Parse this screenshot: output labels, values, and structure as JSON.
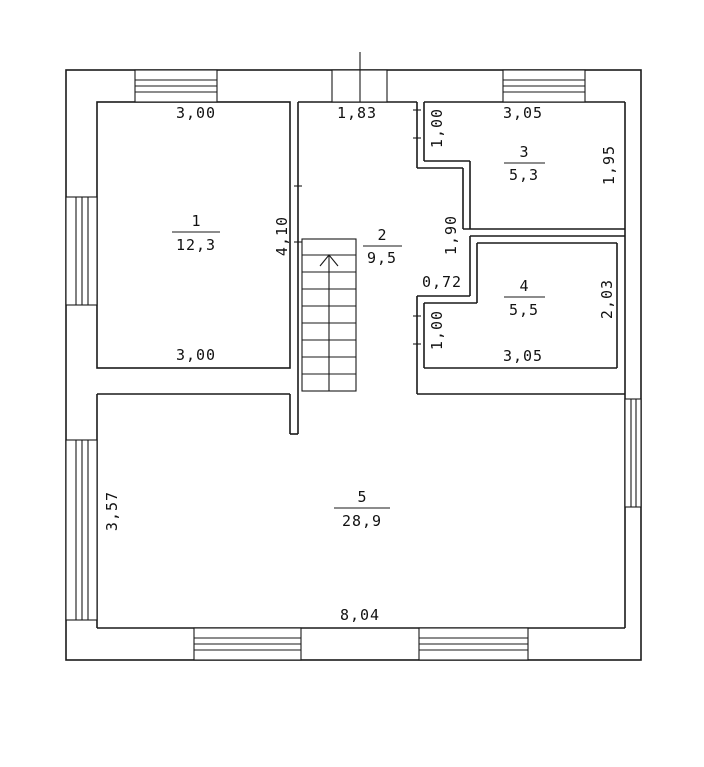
{
  "rooms": [
    {
      "number": "1",
      "area": "12,3"
    },
    {
      "number": "2",
      "area": "9,5"
    },
    {
      "number": "3",
      "area": "5,3"
    },
    {
      "number": "4",
      "area": "5,5"
    },
    {
      "number": "5",
      "area": "28,9"
    }
  ],
  "dimensions": {
    "room1_top": "3,00",
    "room1_bottom": "3,00",
    "room1_side": "4,10",
    "room2_top": "1,83",
    "room3_top": "3,05",
    "room3_left": "1,00",
    "room3_right": "1,95",
    "corridor_side": "1,90",
    "corridor_width": "0,72",
    "room4_left": "1,00",
    "room4_right": "2,03",
    "room4_bottom": "3,05",
    "room5_left": "3,57",
    "room5_bottom": "8,04"
  }
}
